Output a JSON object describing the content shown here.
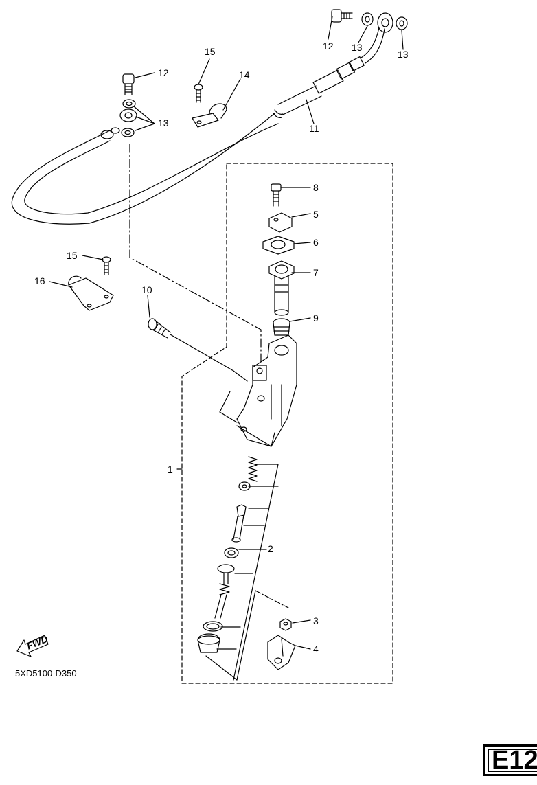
{
  "callouts": {
    "c1": "1",
    "c2": "2",
    "c3": "3",
    "c4": "4",
    "c5": "5",
    "c6": "6",
    "c7": "7",
    "c8": "8",
    "c9": "9",
    "c10": "10",
    "c11": "11",
    "c12a": "12",
    "c12b": "12",
    "c13a": "13",
    "c13b": "13",
    "c13c": "13",
    "c14": "14",
    "c15a": "15",
    "c15b": "15",
    "c16": "16"
  },
  "fwd_label": "FWD",
  "drawing_code": "5XD5100-D350",
  "page_tab": "E12"
}
